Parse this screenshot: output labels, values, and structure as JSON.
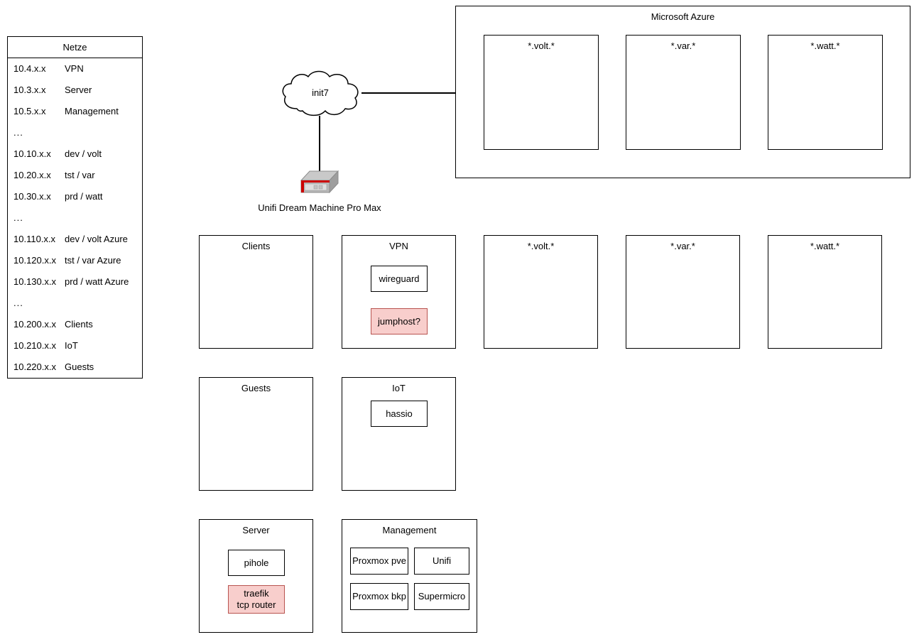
{
  "diagram": {
    "legend": {
      "title": "Netze",
      "rows": [
        {
          "cidr": "10.4.x.x",
          "label": "VPN"
        },
        {
          "cidr": "10.3.x.x",
          "label": "Server"
        },
        {
          "cidr": "10.5.x.x",
          "label": "Management"
        },
        {
          "cidr": "...",
          "label": ""
        },
        {
          "cidr": "10.10.x.x",
          "label": "dev / volt"
        },
        {
          "cidr": "10.20.x.x",
          "label": "tst / var"
        },
        {
          "cidr": "10.30.x.x",
          "label": "prd / watt"
        },
        {
          "cidr": "...",
          "label": ""
        },
        {
          "cidr": "10.110.x.x",
          "label": "dev / volt Azure"
        },
        {
          "cidr": "10.120.x.x",
          "label": "tst / var Azure"
        },
        {
          "cidr": "10.130.x.x",
          "label": "prd / watt Azure"
        },
        {
          "cidr": "...",
          "label": ""
        },
        {
          "cidr": "10.200.x.x",
          "label": "Clients"
        },
        {
          "cidr": "10.210.x.x",
          "label": "IoT"
        },
        {
          "cidr": "10.220.x.x",
          "label": "Guests"
        }
      ]
    },
    "cloud": {
      "label": "init7"
    },
    "router": {
      "label": "Unifi Dream Machine Pro Max"
    },
    "azure": {
      "title": "Microsoft Azure",
      "zones": [
        {
          "title": "*.volt.*"
        },
        {
          "title": "*.var.*"
        },
        {
          "title": "*.watt.*"
        }
      ]
    },
    "vlans_row1": [
      {
        "title": "Clients",
        "nodes": []
      },
      {
        "title": "VPN",
        "nodes": [
          {
            "label": "wireguard",
            "style": "plain"
          },
          {
            "label": "jumphost?",
            "style": "pink"
          }
        ]
      },
      {
        "title": "*.volt.*",
        "nodes": []
      },
      {
        "title": "*.var.*",
        "nodes": []
      },
      {
        "title": "*.watt.*",
        "nodes": []
      }
    ],
    "vlans_row2": [
      {
        "title": "Guests",
        "nodes": []
      },
      {
        "title": "IoT",
        "nodes": [
          {
            "label": "hassio",
            "style": "plain"
          }
        ]
      }
    ],
    "vlans_row3": [
      {
        "title": "Server",
        "nodes": [
          {
            "label": "pihole",
            "style": "plain"
          },
          {
            "label": "traefik\ntcp router",
            "style": "pink"
          }
        ]
      },
      {
        "title": "Management",
        "nodes": [
          {
            "label": "Proxmox pve",
            "style": "plain"
          },
          {
            "label": "Unifi",
            "style": "plain"
          },
          {
            "label": "Proxmox bkp",
            "style": "plain"
          },
          {
            "label": "Supermicro",
            "style": "plain"
          }
        ]
      }
    ],
    "colors": {
      "stroke": "#000000",
      "background": "#ffffff",
      "highlight_fill": "#f8cecc",
      "highlight_stroke": "#b85450",
      "device_body": "#b3b3b3",
      "device_accent": "#cc0000"
    }
  }
}
